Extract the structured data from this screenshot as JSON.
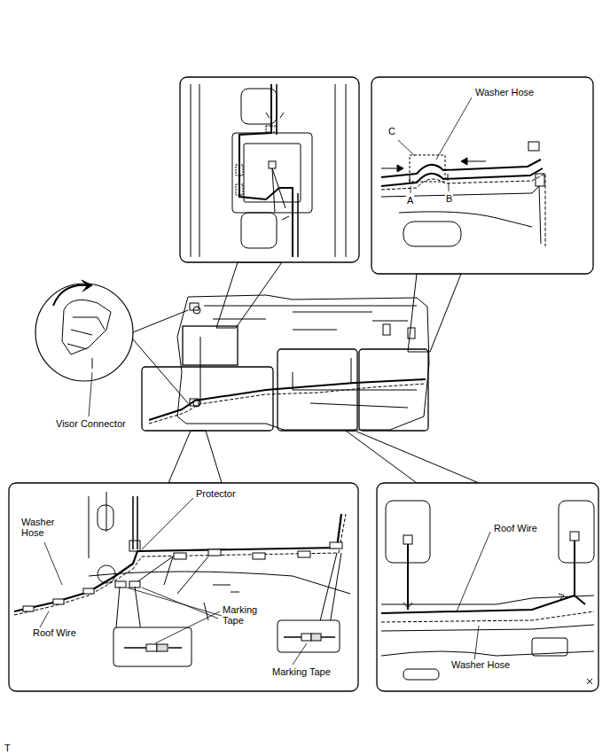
{
  "diagram": {
    "labels": [
      "Washer Hose",
      "C",
      "A",
      "B",
      "Visor Connector",
      "Protector",
      "Washer Hose",
      "Roof Wire",
      "Marking Tape",
      "Marking Tape",
      "Roof Wire",
      "Washer Hose",
      "T"
    ]
  }
}
